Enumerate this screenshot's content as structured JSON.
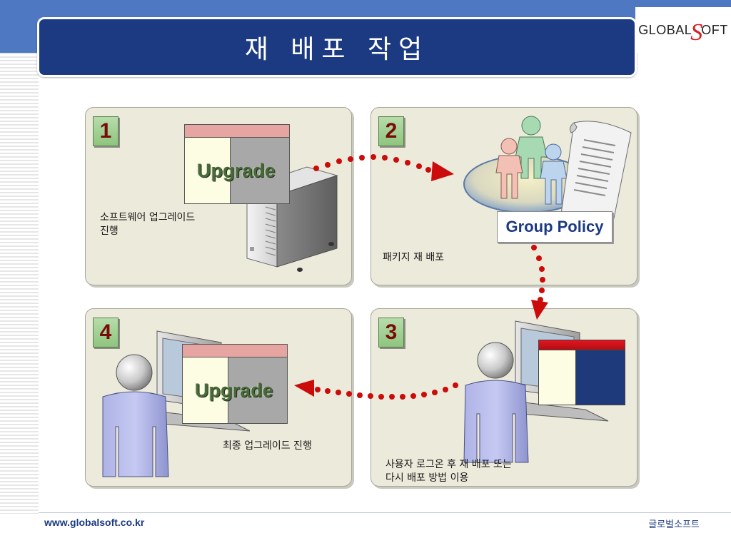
{
  "slide": {
    "title": "재 배포 작업"
  },
  "logo": {
    "pre": "GLOBAL",
    "s": "S",
    "post": "OFT"
  },
  "steps": [
    {
      "number": "1",
      "caption_line1": "소프트웨어 업그레이드",
      "caption_line2": "진행"
    },
    {
      "number": "2",
      "caption_line1": "패키지 재 배포"
    },
    {
      "number": "3",
      "caption_line1": "사용자 로그온 후 재 배포 또는",
      "caption_line2": "다시 배포 방법 이용"
    },
    {
      "number": "4",
      "caption_line1": "최종 업그레이드 진행"
    }
  ],
  "labels": {
    "upgrade": "Upgrade",
    "group_policy": "Group Policy"
  },
  "footer": {
    "url": "www.globalsoft.co.kr",
    "company": "글로벌소프트"
  },
  "colors": {
    "title_bg": "#1b3a82",
    "top_band": "#4f78c2",
    "panel_bg": "#eceadb",
    "arrow": "#cc0b0b",
    "badge_green": "#9ccc8c"
  }
}
